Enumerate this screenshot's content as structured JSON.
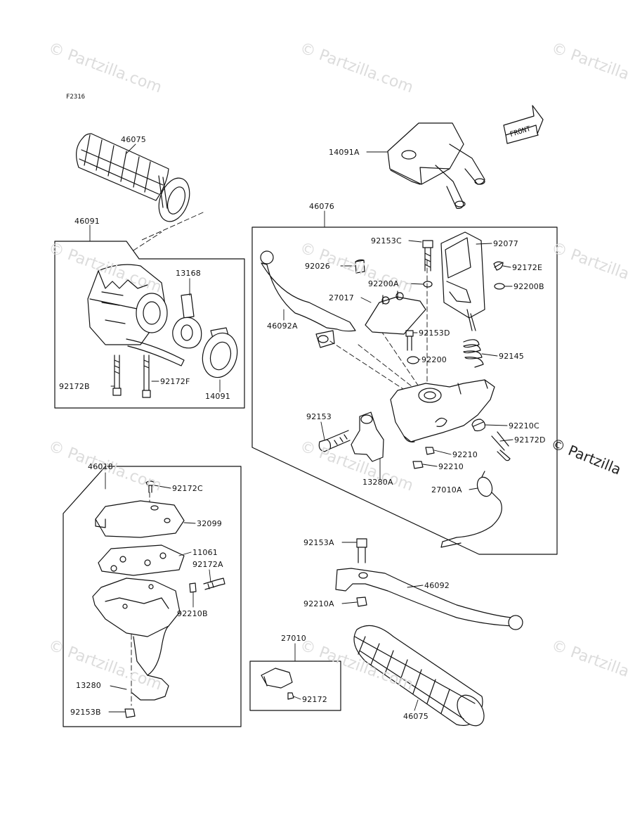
{
  "figure_code": "F2316",
  "watermark": "© Partzilla.com",
  "edge_watermark": "© Partzilla",
  "front_arrow_text": "FRONT",
  "labels": {
    "p46075_top": "46075",
    "p14091A": "14091A",
    "p46076": "46076",
    "p46091": "46091",
    "p13168": "13168",
    "p92172B": "92172B",
    "p92172F": "92172F",
    "p14091": "14091",
    "p92153C": "92153C",
    "p92077": "92077",
    "p92026": "92026",
    "p92172E": "92172E",
    "p92200A": "92200A",
    "p92200B": "92200B",
    "p27017": "27017",
    "p46092A": "46092A",
    "p92153D": "92153D",
    "p92145": "92145",
    "p92200": "92200",
    "p92153": "92153",
    "p92210C": "92210C",
    "p92172D": "92172D",
    "p92210a": "92210",
    "p92210b": "92210",
    "p13280A": "13280A",
    "p27010A": "27010A",
    "p46018": "46018",
    "p92172C": "92172C",
    "p32099": "32099",
    "p11061": "11061",
    "p92172A": "92172A",
    "p92210B": "92210B",
    "p13280": "13280",
    "p92153B": "92153B",
    "p92153A": "92153A",
    "p46092": "46092",
    "p92210A": "92210A",
    "p27010": "27010",
    "p92172": "92172",
    "p46075_bot": "46075"
  }
}
